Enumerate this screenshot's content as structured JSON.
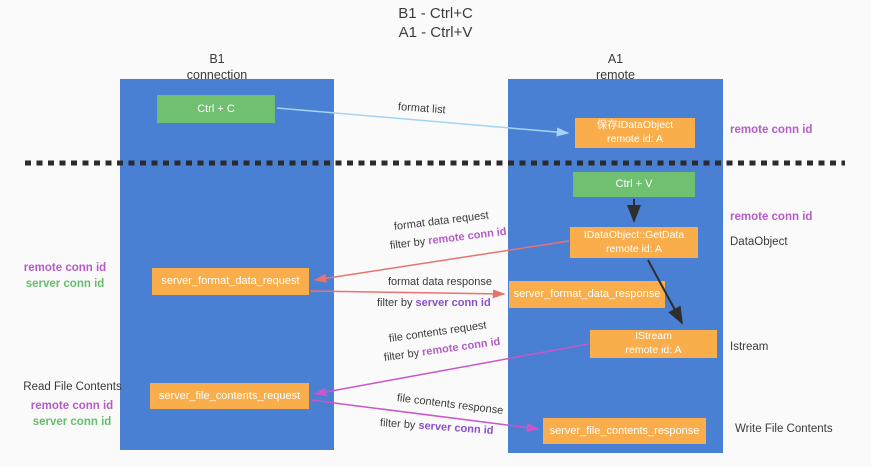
{
  "title": {
    "line1": "B1 - Ctrl+C",
    "line2": "A1 - Ctrl+V"
  },
  "lanes": {
    "left": {
      "name": "B1",
      "role": "connection"
    },
    "right": {
      "name": "A1",
      "role": "remote"
    }
  },
  "nodes": {
    "ctrl_c": "Ctrl + C",
    "ctrl_v": "Ctrl + V",
    "save_idataobject": {
      "line1": "保存IDataObject",
      "line2": "remote id: A"
    },
    "getdata": {
      "line1": "IDataObject::GetData",
      "line2": "remote id: A"
    },
    "istream": {
      "line1": "IStream",
      "line2": "remote id: A"
    },
    "format_request": "server_format_data_request",
    "format_response": "server_format_data_response",
    "file_request": "server_file_contents_request",
    "file_response": "server_file_contents_response"
  },
  "arrow_labels": {
    "format_list": "format list",
    "format_data_request": "format data request",
    "format_data_response": "format data response",
    "file_contents_request": "file contents request",
    "file_contents_response": "file contents response",
    "filter_by": "filter by ",
    "remote_conn_id": "remote conn id",
    "server_conn_id": "server conn id"
  },
  "side_labels": {
    "remote_conn_id": "remote conn id",
    "server_conn_id": "server conn id",
    "dataobject": "DataObject",
    "istream": "Istream",
    "read_file_contents": "Read File Contents",
    "write_file_contents": "Write File Contents"
  },
  "colors": {
    "lane_blue": "#4a80d4",
    "box_orange": "#f9ad4b",
    "box_green": "#71bf70",
    "arrow_lightblue": "#a5d3f3",
    "arrow_red": "#e8736e",
    "arrow_magenta": "#cb55cb",
    "arrow_black": "#2e2e2e",
    "text_magenta": "#b55cc6",
    "text_green": "#68bd6d",
    "text_purple": "#8a4fc8",
    "text_dark": "#3a3a3a",
    "background": "#fafafa"
  }
}
